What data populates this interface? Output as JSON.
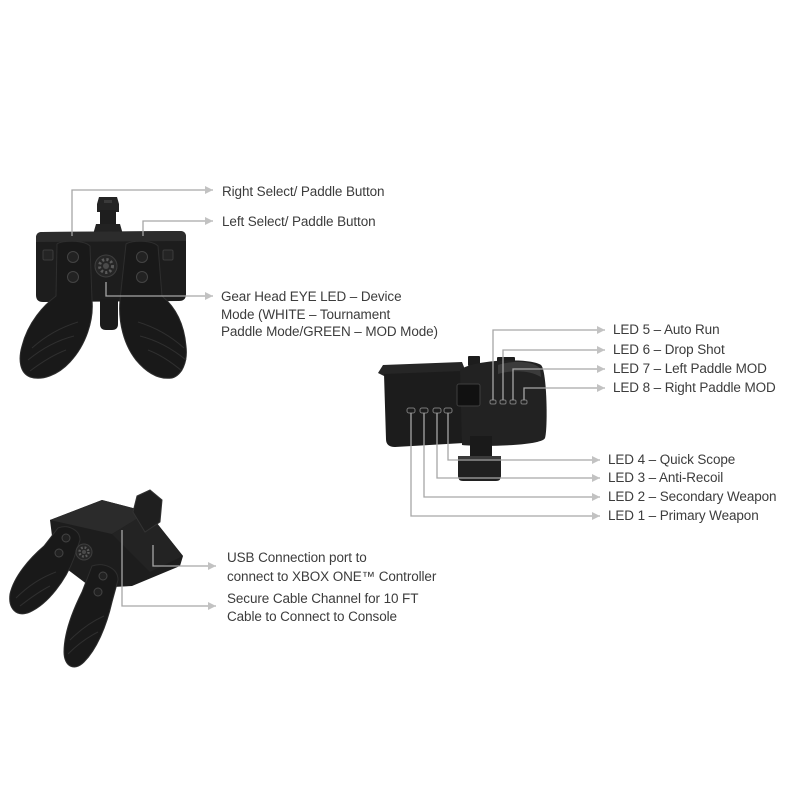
{
  "diagram": {
    "front_view": {
      "callouts": [
        {
          "lines": [
            "Right Select/ Paddle Button"
          ]
        },
        {
          "lines": [
            "Left Select/ Paddle Button"
          ]
        },
        {
          "lines": [
            "Gear Head EYE LED – Device",
            "Mode (WHITE – Tournament",
            "Paddle Mode/GREEN – MOD Mode)"
          ]
        }
      ]
    },
    "side_view": {
      "top_leds": [
        "LED 5 – Auto Run",
        "LED 6 – Drop Shot",
        "LED 7 – Left Paddle MOD",
        "LED 8 – Right Paddle MOD"
      ],
      "bottom_leds": [
        "LED 4 – Quick Scope",
        "LED 3 – Anti-Recoil",
        "LED 2 – Secondary Weapon",
        "LED 1 – Primary Weapon"
      ]
    },
    "angled_view": {
      "callouts": [
        {
          "lines": [
            "USB Connection port to",
            "connect to XBOX ONE™ Controller"
          ]
        },
        {
          "lines": [
            "Secure Cable Channel for 10 FT",
            "Cable to Connect to Console"
          ]
        }
      ]
    }
  },
  "icons": {
    "front_view_center": "gear-icon",
    "angled_view_center": "gear-icon"
  },
  "colors": {
    "background": "#ffffff",
    "device_body": "#1d1d1d",
    "leader_line": "#a6a6a6",
    "arrowhead": "#c2c2c2",
    "label_text": "#3c3c3c"
  }
}
